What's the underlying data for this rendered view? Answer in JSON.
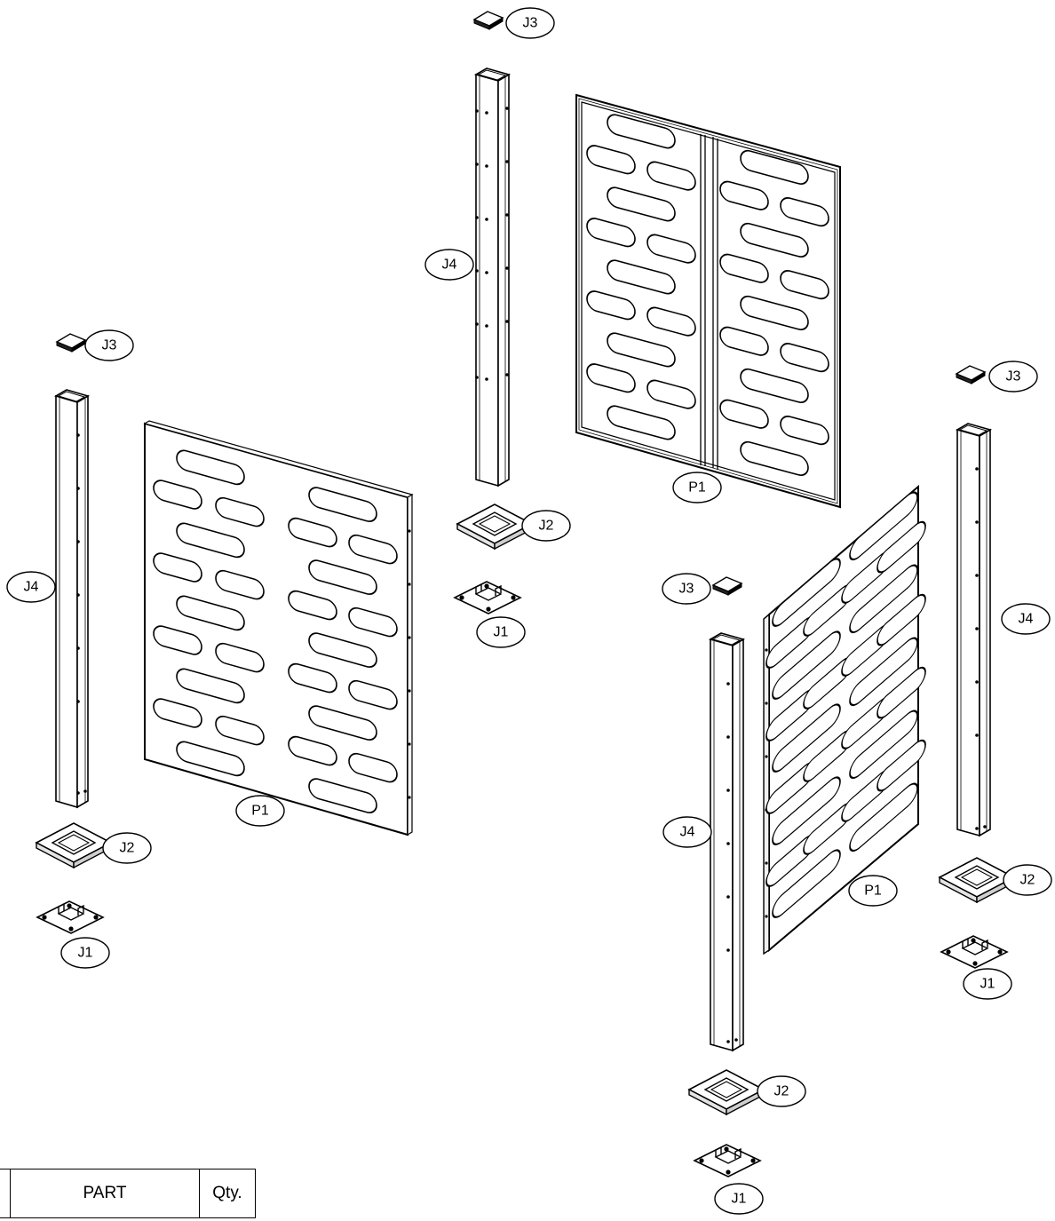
{
  "callouts": {
    "p1_back": "P1",
    "p1_left": "P1",
    "p1_right": "P1",
    "j1_left": "J1",
    "j1_center": "J1",
    "j1_right": "J1",
    "j1_front": "J1",
    "j2_left": "J2",
    "j2_center": "J2",
    "j2_right": "J2",
    "j2_front": "J2",
    "j3_left": "J3",
    "j3_top": "J3",
    "j3_right": "J3",
    "j3_mid": "J3",
    "j4_left": "J4",
    "j4_center": "J4",
    "j4_right": "J4",
    "j4_front": "J4"
  },
  "parts_table": {
    "headers": {
      "id": "",
      "part": "PART",
      "qty": "Qty."
    }
  }
}
